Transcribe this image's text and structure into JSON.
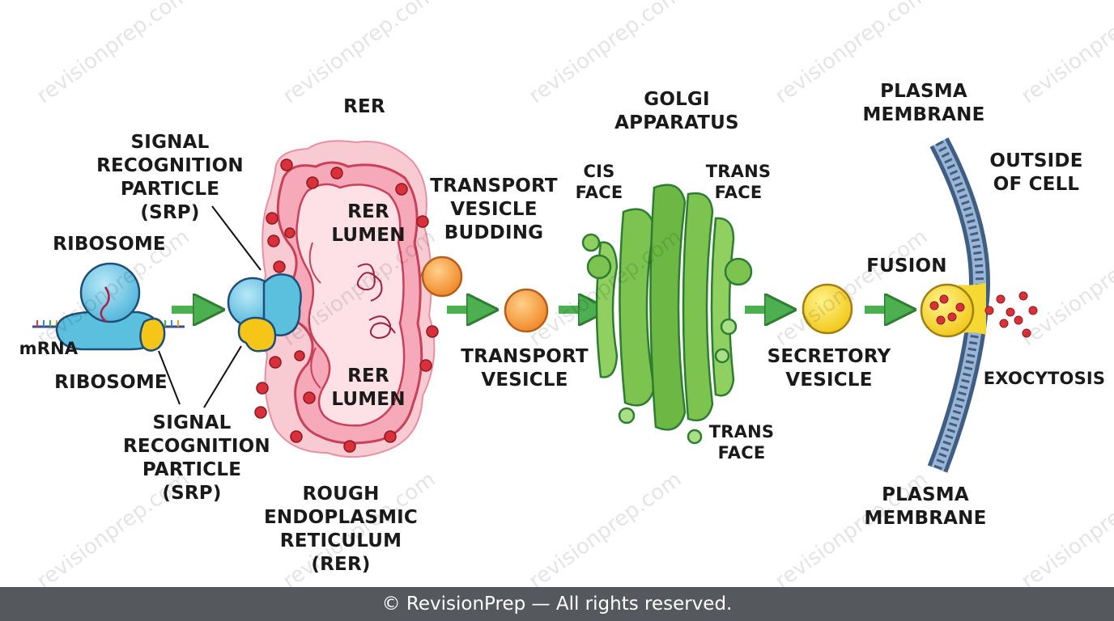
{
  "labels": {
    "ribosome_top": "RIBOSOME",
    "mrna": "mRNA",
    "ribosome_bottom": "RIBOSOME",
    "srp_top": "SIGNAL\nRECOGNITION\nPARTICLE (SRP)",
    "srp_bottom": "SIGNAL\nRECOGNITION\nPARTICLE\n(SRP)",
    "rer": "RER",
    "rer_lumen_top": "RER\nLUMEN",
    "rer_lumen_bottom": "RER\nLUMEN",
    "rough_er": "ROUGH\nENDOPLASMIC\nRETICULUM\n(RER)",
    "transport_vesicle_budding": "TRANSPORT\nVESICLE\nBUDDING",
    "transport_vesicle": "TRANSPORT\nVESICLE",
    "golgi": "GOLGI\nAPPARATUS",
    "cis_face": "CIS\nFACE",
    "trans_face_top": "TRANS\nFACE",
    "trans_face_bottom": "TRANS\nFACE",
    "secretory_vesicle": "SECRETORY\nVESICLE",
    "fusion": "FUSION",
    "plasma_membrane_top": "PLASMA\nMEMBRANE",
    "plasma_membrane_bottom": "PLASMA\nMEMBRANE",
    "outside_of_cell": "OUTSIDE\nOF CELL",
    "exocytosis": "EXOCYTOSIS"
  },
  "watermark": "revisionprep.com",
  "footer": "© RevisionPrep — All rights reserved.",
  "colors": {
    "arrow": "#4caf50",
    "ribosome": "#5bc0de",
    "srp": "#f5c518",
    "rer": "#f28ca0",
    "ribosome_dots": "#d9303a",
    "golgi": "#7cc350",
    "transport_vesicle": "#f39a3c",
    "secretory_vesicle": "#f6d832",
    "membrane": "#3f5e85",
    "footer_bg": "#55585c"
  }
}
